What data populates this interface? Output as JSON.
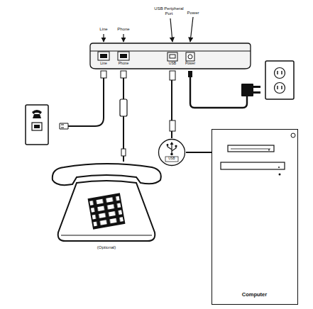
{
  "diagram": {
    "nodes": [
      {
        "text": [
          "Line",
          "Phone",
          "USB",
          "Power"
        ]
      },
      {
        "text": [
          "Computer"
        ]
      },
      {
        "text": [
          "USB"
        ]
      },
      {
        "text": [
          "(Optional)"
        ]
      }
    ],
    "edges": [
      {
        "from": 0,
        "to": 2,
        "arrow": "none"
      },
      {
        "from": 2,
        "to": 1,
        "arrow": "none"
      },
      {
        "from": 0,
        "to": 3,
        "arrow": "none"
      }
    ],
    "labels": [
      "Line",
      "Phone",
      "USB Peripheral Port",
      "Power"
    ]
  }
}
